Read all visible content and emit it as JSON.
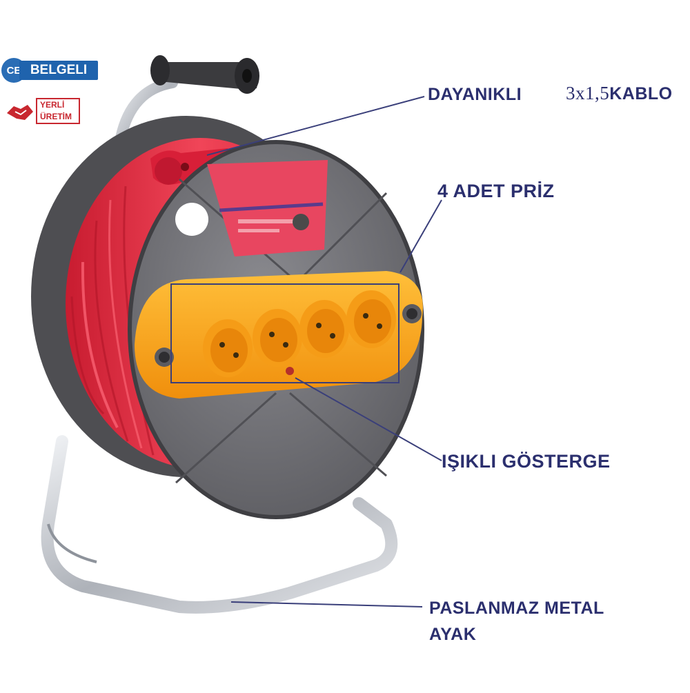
{
  "badges": {
    "ce": "CE",
    "belgeli": "BELGELI",
    "yerli_line1": "YERLİ",
    "yerli_line2": "ÜRETİM"
  },
  "callouts": {
    "durable": "DAYANIKLI",
    "cable_spec": "3x1,5",
    "cable_word": "KABLO",
    "sockets": "4 ADET PRİZ",
    "indicator": "IŞIKLI GÖSTERGE",
    "stand_line1": "PASLANMAZ METAL",
    "stand_line2": "AYAK"
  },
  "colors": {
    "label_text": "#2b2f6e",
    "cable_red": "#e8243a",
    "drum_gray": "#6f6f73",
    "socket_yellow": "#f7a21b",
    "frame_chrome": "#c9ccd2",
    "callout_line": "#3a3f7a"
  }
}
